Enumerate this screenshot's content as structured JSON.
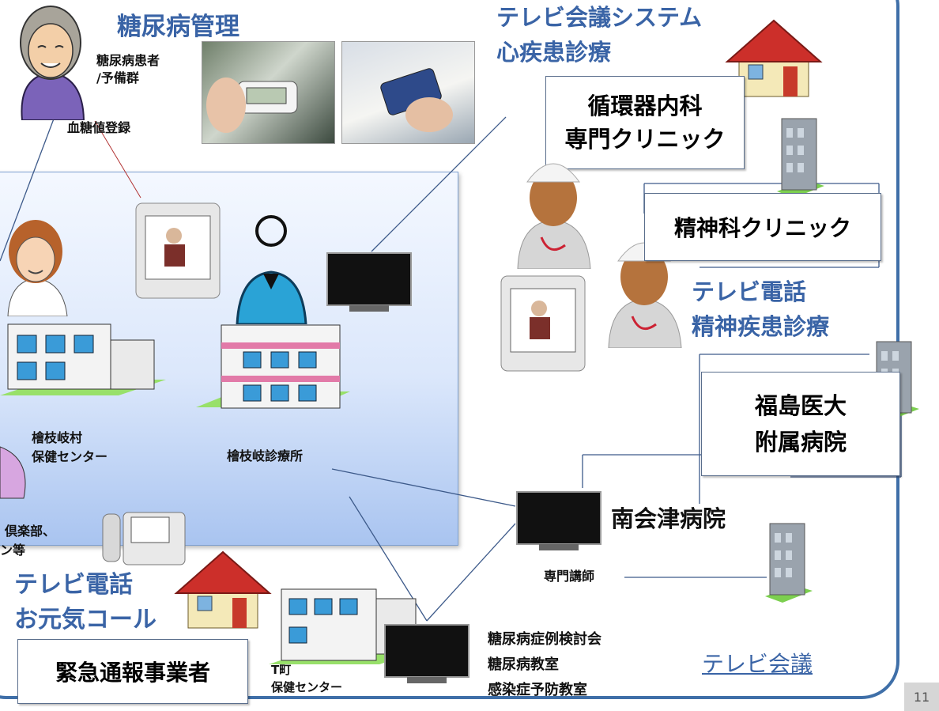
{
  "title_diabetes": "糖尿病管理",
  "patient_label": [
    "糖尿病患者",
    "/予備群"
  ],
  "glucose_label": "血糖値登録",
  "title_teleconf": [
    "テレビ会議システム",
    "心疾患診療"
  ],
  "cardio_clinic": [
    "循環器内科",
    "専門クリニック"
  ],
  "psych_clinic": "精神科クリニック",
  "title_tvphone_psych": [
    "テレビ電話",
    "精神疾患診療"
  ],
  "fukushima": [
    "福島医大",
    "附属病院"
  ],
  "hinoemata_center": [
    "檜枝岐村",
    "保健センター"
  ],
  "hinoemata_clinic": "檜枝岐診療所",
  "club_text": [
    "倶楽部、",
    "ン等"
  ],
  "minami_aizu": "南会津病院",
  "lecturer": "専門講師",
  "title_tvphone_genki": [
    "テレビ電話",
    "お元気コール"
  ],
  "emergency": "緊急通報事業者",
  "t_center": [
    "T町",
    "保健センター"
  ],
  "meetings": [
    "糖尿病症例検討会",
    "糖尿病教室",
    "感染症予防教室"
  ],
  "tv_conf_link": "テレビ会議",
  "page_number": "11",
  "colors": {
    "accent": "#3a64a6",
    "frame": "#3f6fa8",
    "panel": "#c6d7f4"
  }
}
